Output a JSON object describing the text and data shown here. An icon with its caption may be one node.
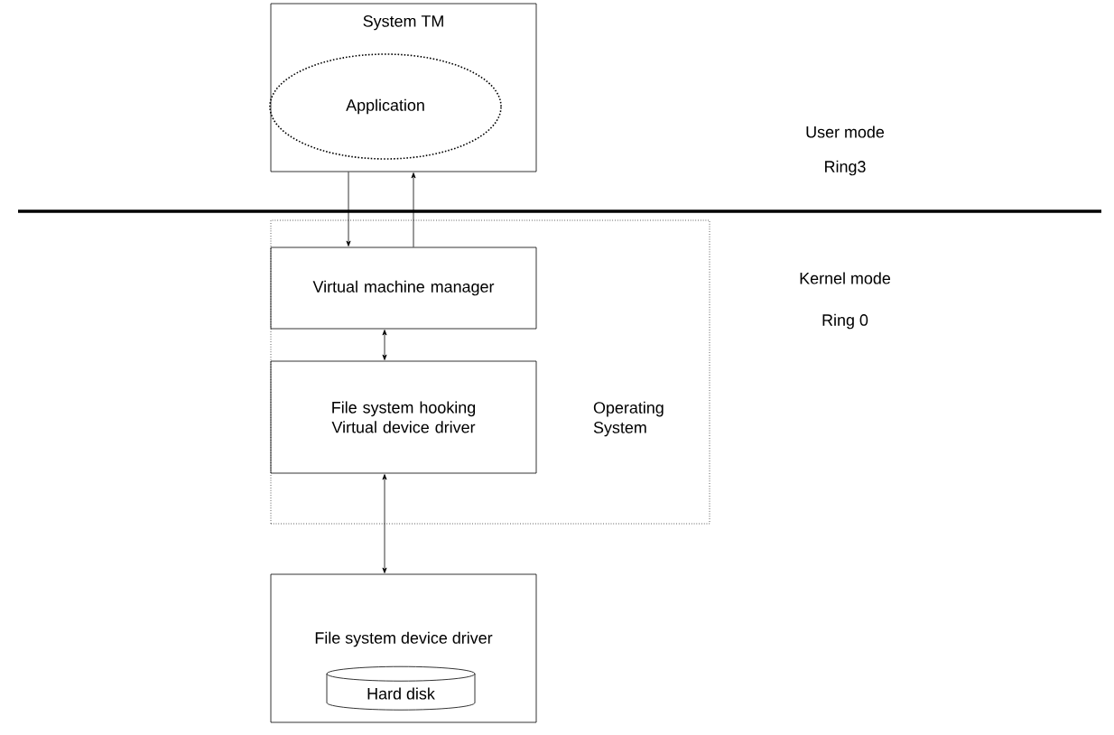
{
  "diagram": {
    "nodes": [
      {
        "text": [
          "System TM"
        ]
      },
      {
        "text": [
          "Application"
        ],
        "in": 0
      },
      {
        "text": [
          "Operating System"
        ]
      },
      {
        "text": [
          "Virtual machine manager"
        ],
        "in": 2
      },
      {
        "text": [
          "File system hooking Virtual device driver"
        ],
        "in": 2
      },
      {
        "text": [
          "File system device driver"
        ]
      },
      {
        "text": [
          "Hard disk"
        ],
        "in": 5
      }
    ],
    "edges": [
      {
        "from": 0,
        "to": 3,
        "arrow": "to"
      },
      {
        "from": 3,
        "to": 0,
        "arrow": "to"
      },
      {
        "from": 3,
        "to": 4,
        "arrow": "both"
      },
      {
        "from": 4,
        "to": 5,
        "arrow": "both"
      }
    ],
    "labels": [
      "User mode",
      "Ring3",
      "Kernel mode",
      "Ring 0"
    ]
  }
}
